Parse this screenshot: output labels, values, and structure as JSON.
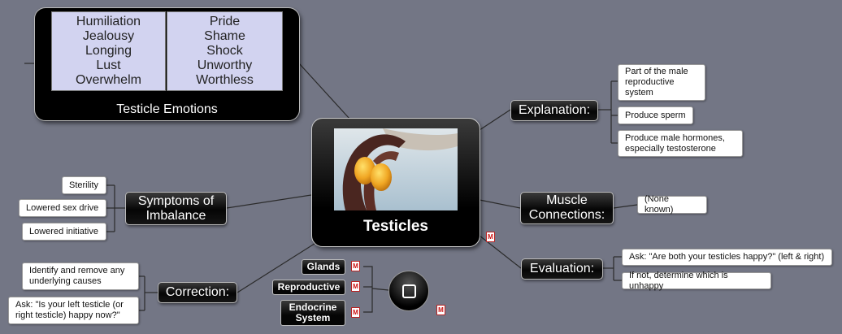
{
  "central": {
    "title": "Testicles",
    "image": "testicles-illustration"
  },
  "emotions": {
    "caption": "Testicle Emotions",
    "left": [
      "Humiliation",
      "Jealousy",
      "Longing",
      "Lust",
      "Overwhelm"
    ],
    "right": [
      "Pride",
      "Shame",
      "Shock",
      "Unworthy",
      "Worthless"
    ]
  },
  "explanation": {
    "label": "Explanation:",
    "notes": [
      "Part of the male\nreproductive\nsystem",
      "Produce sperm",
      "Produce male hormones,\nespecially testosterone"
    ]
  },
  "muscle": {
    "label": "Muscle\nConnections:",
    "notes": [
      "(None known)"
    ]
  },
  "evaluation": {
    "label": "Evaluation:",
    "notes": [
      "Ask: \"Are both your testicles happy?\" (left & right)",
      "If not, determine which is unhappy"
    ]
  },
  "symptoms": {
    "label": "Symptoms of\nImbalance",
    "notes": [
      "Sterility",
      "Lowered sex drive",
      "Lowered initiative"
    ]
  },
  "correction": {
    "label": "Correction:",
    "notes": [
      "Identify and remove any\nunderlying causes",
      "Ask: \"Is your left testicle (or\nright testicle) happy now?\""
    ]
  },
  "tags": [
    "Glands",
    "Reproductive",
    "Endocrine\nSystem"
  ],
  "mindmap_icon_label": "M",
  "colors": {
    "background": "#737685",
    "topic": "#000000",
    "table": "#d2d3f0"
  }
}
